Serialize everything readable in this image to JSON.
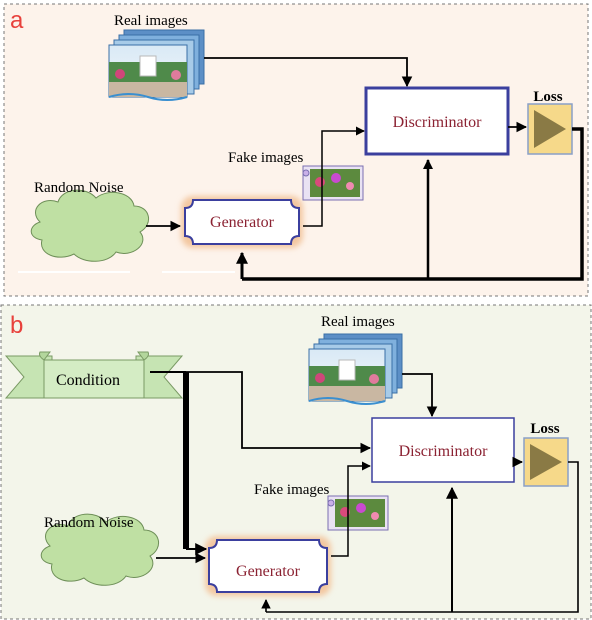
{
  "colors": {
    "panel_a_bg": "#fdf3eb",
    "panel_b_bg": "#f3f5ea",
    "panel_letter": "#e8413c",
    "module_text": "#8b2232",
    "discriminator_border": "#3b3f9e",
    "generator_glow": "#c87a3a",
    "cloud_fill": "#bfe0a3",
    "loss_fill": "#f6d98a",
    "loss_triangle": "#8a7a45",
    "banner_fill": "#d4ecc4"
  },
  "panels": [
    {
      "letter": "a",
      "real_images": "Real images",
      "fake_images": "Fake images",
      "random_noise": "Random Noise",
      "generator": "Generator",
      "discriminator": "Discriminator",
      "loss": "Loss"
    },
    {
      "letter": "b",
      "condition": "Condition",
      "real_images": "Real images",
      "fake_images": "Fake images",
      "random_noise": "Random Noise",
      "generator": "Generator",
      "discriminator": "Discriminator",
      "loss": "Loss"
    }
  ]
}
